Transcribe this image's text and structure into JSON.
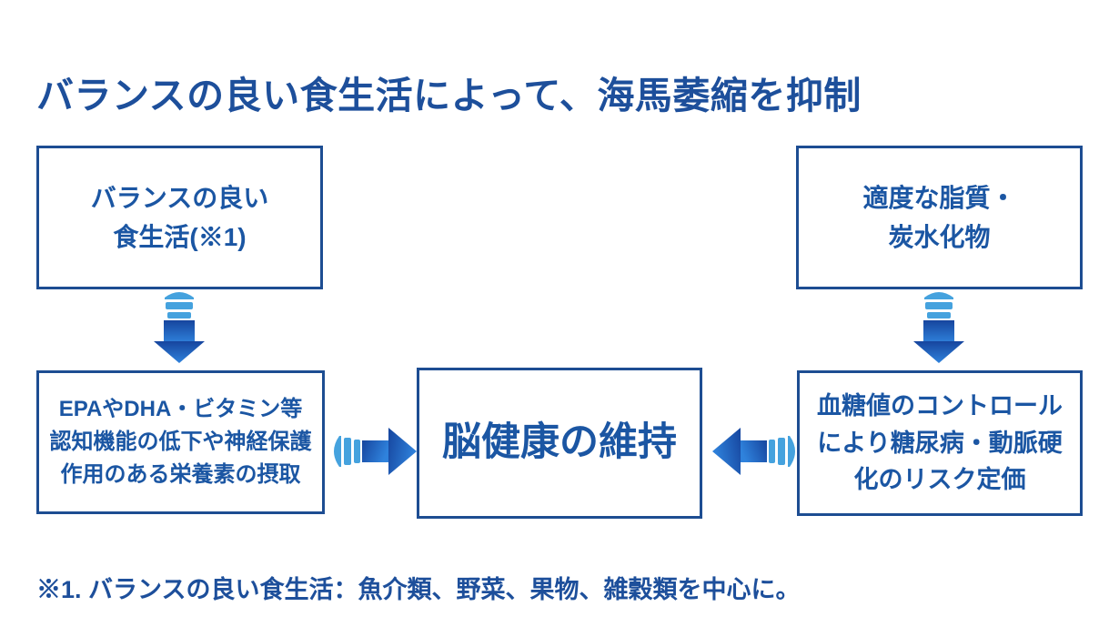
{
  "title": {
    "text": "バランスの良い食生活によって、海馬萎縮を抑制"
  },
  "diagram": {
    "boxes": {
      "balanced_diet": {
        "lines": [
          "バランスの良い",
          "食生活(※1)"
        ]
      },
      "moderate_fat_carbs": {
        "lines": [
          "適度な脂質・",
          "炭水化物"
        ]
      },
      "nutrients": {
        "lines": [
          "EPAやDHA・ビタミン等",
          "認知機能の低下や神経保護",
          "作用のある栄養素の摂取"
        ]
      },
      "brain_health": {
        "lines": [
          "脳健康の維持"
        ]
      },
      "blood_sugar": {
        "lines": [
          "血糖値のコントロール",
          "により糖尿病・動脈硬",
          "化のリスク定価"
        ]
      }
    },
    "arrows": [
      {
        "name": "down-arrow-left",
        "direction": "down",
        "from": "balanced_diet",
        "to": "nutrients"
      },
      {
        "name": "down-arrow-right",
        "direction": "down",
        "from": "moderate_fat_carbs",
        "to": "blood_sugar"
      },
      {
        "name": "right-arrow",
        "direction": "right",
        "from": "nutrients",
        "to": "brain_health"
      },
      {
        "name": "left-arrow",
        "direction": "left",
        "from": "blood_sugar",
        "to": "brain_health"
      }
    ]
  },
  "footnote": {
    "text": "※1. バランスの良い食生活：魚介類、野菜、果物、雑穀類を中心に。"
  },
  "colors": {
    "background": "#FFFFFF",
    "title_text": "#1D4F9B",
    "box_border": "#1D4D92",
    "box_text": "#1B56A3",
    "arrow_stripe": "#45A2DE",
    "arrow_gradient_dark": "#16459E",
    "arrow_gradient_bright": "#2F82DC"
  }
}
